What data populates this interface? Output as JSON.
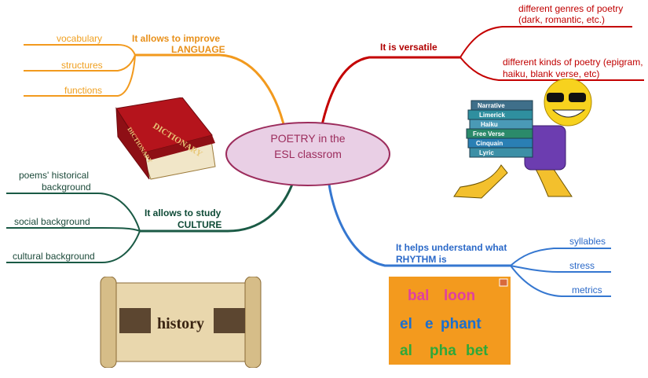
{
  "center": {
    "line1": "POETRY in the",
    "line2": "ESL classrom"
  },
  "language": {
    "title_line1": "It allows to improve",
    "title_line2": "LANGUAGE",
    "items": [
      "vocabulary",
      "structures",
      "functions"
    ]
  },
  "culture": {
    "title_line1": "It allows to study",
    "title_line2": "CULTURE",
    "items": [
      "poems' historical",
      "background",
      "social background",
      "cultural background"
    ]
  },
  "versatile": {
    "title": "It is versatile",
    "items": [
      "different genres of poetry",
      "(dark, romantic, etc.)",
      "different kinds of poetry (epigram,",
      "haiku, blank verse, etc)"
    ]
  },
  "rhythm": {
    "title_line1": "It helps understand what",
    "title_line2": "RHYTHM  is",
    "items": [
      "syllables",
      "stress",
      "metrics"
    ]
  },
  "images": {
    "dictionary": {
      "label": "DICTIONARY",
      "spine": "DICTIONARY"
    },
    "books": {
      "labels": [
        "Narrative",
        "Limerick",
        "Haiku",
        "Free Verse",
        "Cinquain",
        "Lyric"
      ]
    },
    "scroll": {
      "label": "history"
    },
    "syllables_card": {
      "row1": [
        "bal",
        "loon"
      ],
      "row2": [
        "el",
        "e",
        "phant"
      ],
      "row3": [
        "al",
        "pha",
        "bet"
      ]
    }
  },
  "colors": {
    "orange": "#f29a1e",
    "red": "#c40000",
    "green": "#1a5a45",
    "blue": "#3577d0",
    "ellipse_fill": "#e9cfe5",
    "ellipse_stroke": "#9c2c5c"
  }
}
